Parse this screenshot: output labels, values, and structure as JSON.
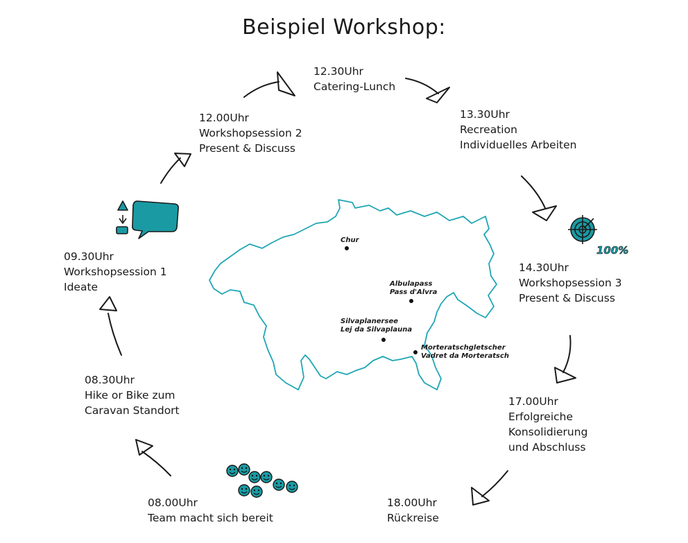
{
  "title": "Beispiel Workshop:",
  "schedule": [
    {
      "time": "12.30Uhr",
      "lines": [
        "Catering-Lunch"
      ]
    },
    {
      "time": "13.30Uhr",
      "lines": [
        "Recreation",
        "Individuelles Arbeiten"
      ]
    },
    {
      "time": "14.30Uhr",
      "lines": [
        "Workshopsession 3",
        "Present & Discuss"
      ]
    },
    {
      "time": "17.00Uhr",
      "lines": [
        "Erfolgreiche",
        "Konsolidierung",
        "und Abschluss"
      ]
    },
    {
      "time": "18.00Uhr",
      "lines": [
        "Rückreise"
      ]
    },
    {
      "time": "08.00Uhr",
      "lines": [
        "Team macht sich bereit"
      ]
    },
    {
      "time": "08.30Uhr",
      "lines": [
        "Hike or Bike zum",
        "Caravan Standort"
      ]
    },
    {
      "time": "09.30Uhr",
      "lines": [
        "Workshopsession 1",
        "Ideate"
      ]
    },
    {
      "time": "12.00Uhr",
      "lines": [
        "Workshopsession 2",
        "Present & Discuss"
      ]
    }
  ],
  "map": {
    "places": [
      {
        "label_1": "Chur"
      },
      {
        "label_1": "Albulapass",
        "label_2": "Pass d'Alvra"
      },
      {
        "label_1": "Silvaplanersee",
        "label_2": "Lej da Silvaplauna"
      },
      {
        "label_1": "Morteratschgletscher",
        "label_2": "Vadret da Morteratsch"
      }
    ]
  },
  "target_badge": "100%",
  "colors": {
    "accent": "#1a9aa3",
    "ink": "#1a1a1a",
    "map_outline": "#1fa6b5"
  },
  "icons": [
    "speech-bubble-icon",
    "target-icon",
    "team-faces-icon",
    "arrow-icon"
  ]
}
